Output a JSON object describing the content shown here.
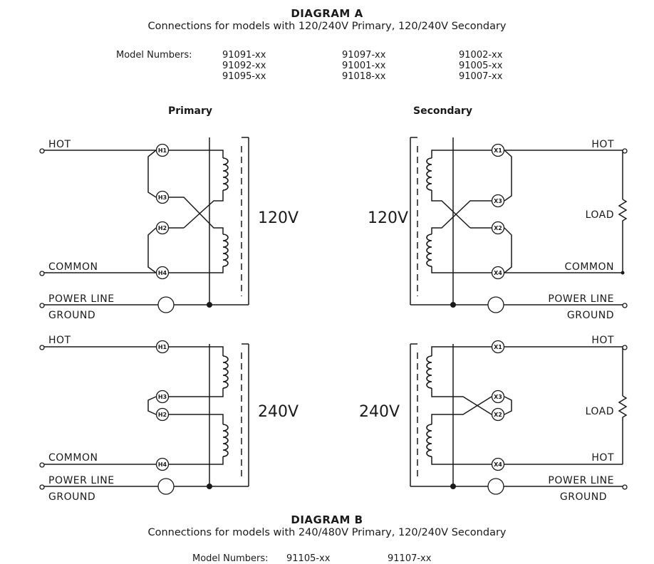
{
  "diagram_a": {
    "title": "DIAGRAM A",
    "subtitle": "Connections for models with 120/240V Primary, 120/240V Secondary",
    "model_label": "Model Numbers:",
    "models": [
      "91091-xx",
      "91092-xx",
      "91095-xx",
      "91097-xx",
      "91001-xx",
      "91018-xx",
      "91002-xx",
      "91005-xx",
      "91007-xx"
    ],
    "primary_label": "Primary",
    "secondary_label": "Secondary"
  },
  "diagram_b": {
    "title": "DIAGRAM B",
    "subtitle": "Connections for models with 240/480V Primary, 120/240V Secondary",
    "model_label": "Model Numbers:",
    "models": [
      "91105-xx",
      "91107-xx"
    ]
  },
  "labels": {
    "hot": "HOT",
    "common": "COMMON",
    "power_line": "POWER LINE",
    "ground": "GROUND",
    "load": "LOAD",
    "v120": "120V",
    "v240": "240V"
  },
  "terminals": {
    "h1": "H1",
    "h2": "H2",
    "h3": "H3",
    "h4": "H4",
    "x1": "X1",
    "x2": "X2",
    "x3": "X3",
    "x4": "X4"
  }
}
